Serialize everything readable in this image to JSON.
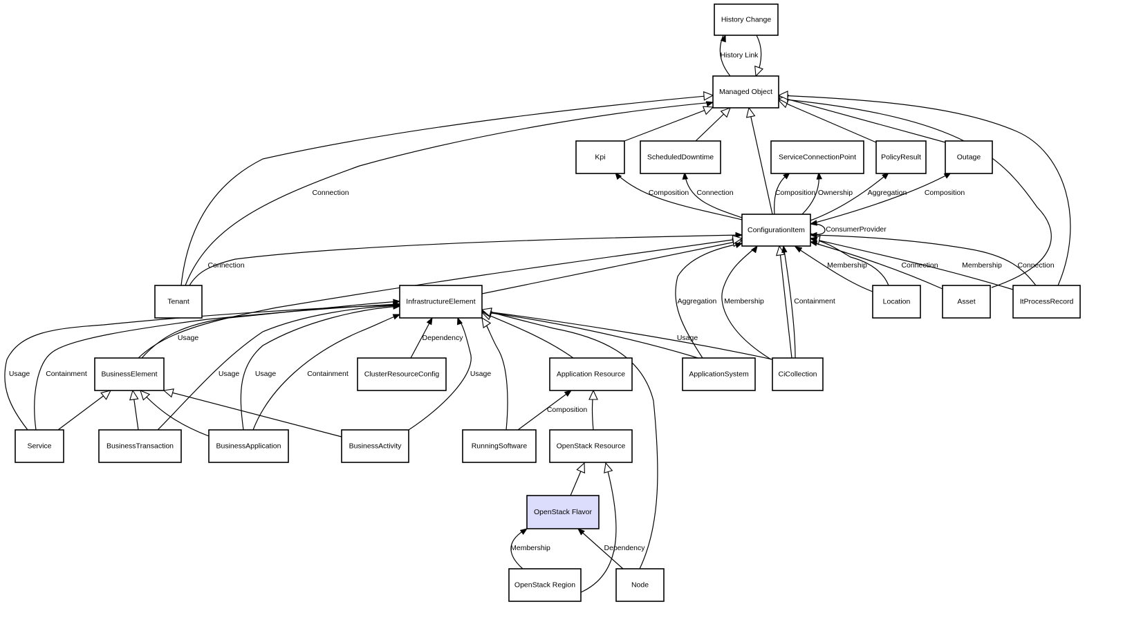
{
  "diagram": {
    "type": "class-relationship-graph",
    "highlight_color": "#dcdcfc",
    "nodes": [
      {
        "id": "history_change",
        "label": "History Change"
      },
      {
        "id": "managed_object",
        "label": "Managed Object"
      },
      {
        "id": "kpi",
        "label": "Kpi"
      },
      {
        "id": "scheduled_downtime",
        "label": "ScheduledDowntime"
      },
      {
        "id": "service_connection_point",
        "label": "ServiceConnectionPoint"
      },
      {
        "id": "policy_result",
        "label": "PolicyResult"
      },
      {
        "id": "outage",
        "label": "Outage"
      },
      {
        "id": "configuration_item",
        "label": "ConfigurationItem"
      },
      {
        "id": "tenant",
        "label": "Tenant"
      },
      {
        "id": "infrastructure_element",
        "label": "InfrastructureElement"
      },
      {
        "id": "location",
        "label": "Location"
      },
      {
        "id": "asset",
        "label": "Asset"
      },
      {
        "id": "it_process_record",
        "label": "ItProcessRecord"
      },
      {
        "id": "business_element",
        "label": "BusinessElement"
      },
      {
        "id": "cluster_resource_config",
        "label": "ClusterResourceConfig"
      },
      {
        "id": "application_resource",
        "label": "Application Resource"
      },
      {
        "id": "application_system",
        "label": "ApplicationSystem"
      },
      {
        "id": "ci_collection",
        "label": "CiCollection"
      },
      {
        "id": "service",
        "label": "Service"
      },
      {
        "id": "business_transaction",
        "label": "BusinessTransaction"
      },
      {
        "id": "business_application",
        "label": "BusinessApplication"
      },
      {
        "id": "business_activity",
        "label": "BusinessActivity"
      },
      {
        "id": "running_software",
        "label": "RunningSoftware"
      },
      {
        "id": "openstack_resource",
        "label": "OpenStack Resource"
      },
      {
        "id": "openstack_flavor",
        "label": "OpenStack Flavor",
        "highlighted": true
      },
      {
        "id": "openstack_region",
        "label": "OpenStack Region"
      },
      {
        "id": "node",
        "label": "Node"
      }
    ],
    "edges": [
      {
        "from": "managed_object",
        "to": "history_change",
        "label": "History Link",
        "kind": "association"
      },
      {
        "from": "history_change",
        "to": "managed_object",
        "label": "",
        "kind": "inheritance"
      },
      {
        "from": "kpi",
        "to": "managed_object",
        "label": "",
        "kind": "inheritance"
      },
      {
        "from": "scheduled_downtime",
        "to": "managed_object",
        "label": "",
        "kind": "inheritance"
      },
      {
        "from": "configuration_item",
        "to": "managed_object",
        "label": "",
        "kind": "inheritance"
      },
      {
        "from": "policy_result",
        "to": "managed_object",
        "label": "",
        "kind": "inheritance"
      },
      {
        "from": "outage",
        "to": "managed_object",
        "label": "",
        "kind": "inheritance"
      },
      {
        "from": "tenant",
        "to": "managed_object",
        "label": "",
        "kind": "inheritance"
      },
      {
        "from": "tenant",
        "to": "managed_object",
        "label": "Connection",
        "kind": "association"
      },
      {
        "from": "asset",
        "to": "managed_object",
        "label": "",
        "kind": "inheritance"
      },
      {
        "from": "it_process_record",
        "to": "managed_object",
        "label": "",
        "kind": "inheritance"
      },
      {
        "from": "configuration_item",
        "to": "kpi",
        "label": "Composition",
        "kind": "association"
      },
      {
        "from": "configuration_item",
        "to": "scheduled_downtime",
        "label": "Connection",
        "kind": "association"
      },
      {
        "from": "configuration_item",
        "to": "service_connection_point",
        "label": "Composition",
        "kind": "association"
      },
      {
        "from": "configuration_item",
        "to": "service_connection_point",
        "label": "Ownership",
        "kind": "association"
      },
      {
        "from": "configuration_item",
        "to": "policy_result",
        "label": "Aggregation",
        "kind": "association"
      },
      {
        "from": "configuration_item",
        "to": "outage",
        "label": "Composition",
        "kind": "association"
      },
      {
        "from": "configuration_item",
        "to": "configuration_item",
        "label": "ConsumerProvider",
        "kind": "association"
      },
      {
        "from": "tenant",
        "to": "configuration_item",
        "label": "Connection",
        "kind": "association"
      },
      {
        "from": "infrastructure_element",
        "to": "configuration_item",
        "label": "",
        "kind": "inheritance"
      },
      {
        "from": "business_element",
        "to": "configuration_item",
        "label": "",
        "kind": "inheritance"
      },
      {
        "from": "location",
        "to": "configuration_item",
        "label": "Membership",
        "kind": "association"
      },
      {
        "from": "location",
        "to": "configuration_item",
        "label": "",
        "kind": "inheritance"
      },
      {
        "from": "asset",
        "to": "configuration_item",
        "label": "Connection",
        "kind": "association"
      },
      {
        "from": "it_process_record",
        "to": "configuration_item",
        "label": "Membership",
        "kind": "association"
      },
      {
        "from": "it_process_record",
        "to": "configuration_item",
        "label": "Connection",
        "kind": "association"
      },
      {
        "from": "application_system",
        "to": "configuration_item",
        "label": "Aggregation",
        "kind": "association"
      },
      {
        "from": "ci_collection",
        "to": "configuration_item",
        "label": "Membership",
        "kind": "association"
      },
      {
        "from": "ci_collection",
        "to": "configuration_item",
        "label": "",
        "kind": "inheritance"
      },
      {
        "from": "ci_collection",
        "to": "configuration_item",
        "label": "Containment",
        "kind": "association"
      },
      {
        "from": "business_element",
        "to": "infrastructure_element",
        "label": "Usage",
        "kind": "association"
      },
      {
        "from": "service",
        "to": "infrastructure_element",
        "label": "Usage",
        "kind": "association"
      },
      {
        "from": "service",
        "to": "infrastructure_element",
        "label": "Containment",
        "kind": "association"
      },
      {
        "from": "business_transaction",
        "to": "infrastructure_element",
        "label": "Usage",
        "kind": "association"
      },
      {
        "from": "business_application",
        "to": "infrastructure_element",
        "label": "Usage",
        "kind": "association"
      },
      {
        "from": "business_application",
        "to": "infrastructure_element",
        "label": "Containment",
        "kind": "association"
      },
      {
        "from": "cluster_resource_config",
        "to": "infrastructure_element",
        "label": "Dependency",
        "kind": "association"
      },
      {
        "from": "business_activity",
        "to": "infrastructure_element",
        "label": "Usage",
        "kind": "association"
      },
      {
        "from": "running_software",
        "to": "infrastructure_element",
        "label": "",
        "kind": "inheritance"
      },
      {
        "from": "application_resource",
        "to": "infrastructure_element",
        "label": "",
        "kind": "inheritance"
      },
      {
        "from": "application_system",
        "to": "infrastructure_element",
        "label": "",
        "kind": "inheritance"
      },
      {
        "from": "ci_collection",
        "to": "infrastructure_element",
        "label": "Usage",
        "kind": "association"
      },
      {
        "from": "node",
        "to": "infrastructure_element",
        "label": "",
        "kind": "inheritance"
      },
      {
        "from": "service",
        "to": "business_element",
        "label": "",
        "kind": "inheritance"
      },
      {
        "from": "business_transaction",
        "to": "business_element",
        "label": "",
        "kind": "inheritance"
      },
      {
        "from": "business_application",
        "to": "business_element",
        "label": "",
        "kind": "inheritance"
      },
      {
        "from": "business_activity",
        "to": "business_element",
        "label": "",
        "kind": "inheritance"
      },
      {
        "from": "running_software",
        "to": "application_resource",
        "label": "Composition",
        "kind": "association"
      },
      {
        "from": "openstack_resource",
        "to": "application_resource",
        "label": "",
        "kind": "inheritance"
      },
      {
        "from": "openstack_flavor",
        "to": "openstack_resource",
        "label": "",
        "kind": "inheritance"
      },
      {
        "from": "openstack_region",
        "to": "openstack_resource",
        "label": "",
        "kind": "inheritance"
      },
      {
        "from": "openstack_region",
        "to": "openstack_flavor",
        "label": "Membership",
        "kind": "association"
      },
      {
        "from": "node",
        "to": "openstack_flavor",
        "label": "Dependency",
        "kind": "association"
      }
    ]
  }
}
